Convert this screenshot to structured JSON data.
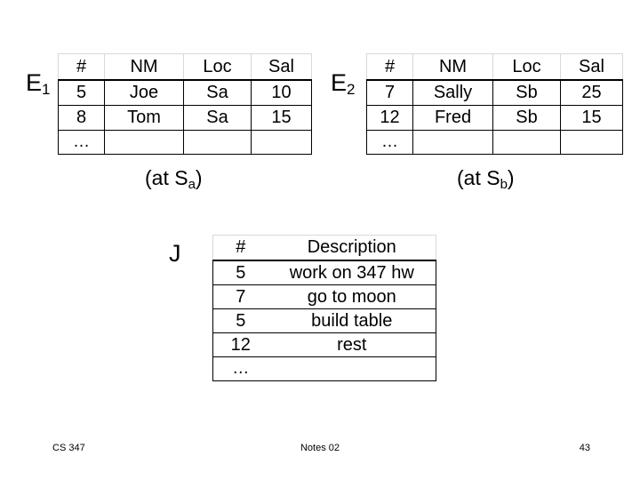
{
  "slide": {
    "background_color": "#ffffff",
    "text_color": "#000000",
    "header_border_color": "#d9d9d9",
    "body_border_color": "#000000"
  },
  "fragments": [
    {
      "id": "e1",
      "label_main": "E",
      "label_sub": "1",
      "caption_prefix": "(at S",
      "caption_sub": "a",
      "caption_suffix": ")",
      "columns": [
        "#",
        "NM",
        "Loc",
        "Sal"
      ],
      "rows": [
        [
          "5",
          "Joe",
          "Sa",
          "10"
        ],
        [
          "8",
          "Tom",
          "Sa",
          "15"
        ]
      ],
      "ellipsis": "…"
    },
    {
      "id": "e2",
      "label_main": "E",
      "label_sub": "2",
      "caption_prefix": "(at S",
      "caption_sub": "b",
      "caption_suffix": ")",
      "columns": [
        "#",
        "NM",
        "Loc",
        "Sal"
      ],
      "rows": [
        [
          "7",
          "Sally",
          "Sb",
          "25"
        ],
        [
          "12",
          "Fred",
          "Sb",
          "15"
        ]
      ],
      "ellipsis": "…"
    }
  ],
  "job_table": {
    "id": "j",
    "label_main": "J",
    "columns": [
      "#",
      "Description"
    ],
    "rows": [
      [
        "5",
        "work on 347 hw"
      ],
      [
        "7",
        "go to moon"
      ],
      [
        "5",
        "build table"
      ],
      [
        "12",
        "rest"
      ]
    ],
    "ellipsis": "…"
  },
  "footer": {
    "course": "CS 347",
    "notes": "Notes 02",
    "page": "43"
  }
}
